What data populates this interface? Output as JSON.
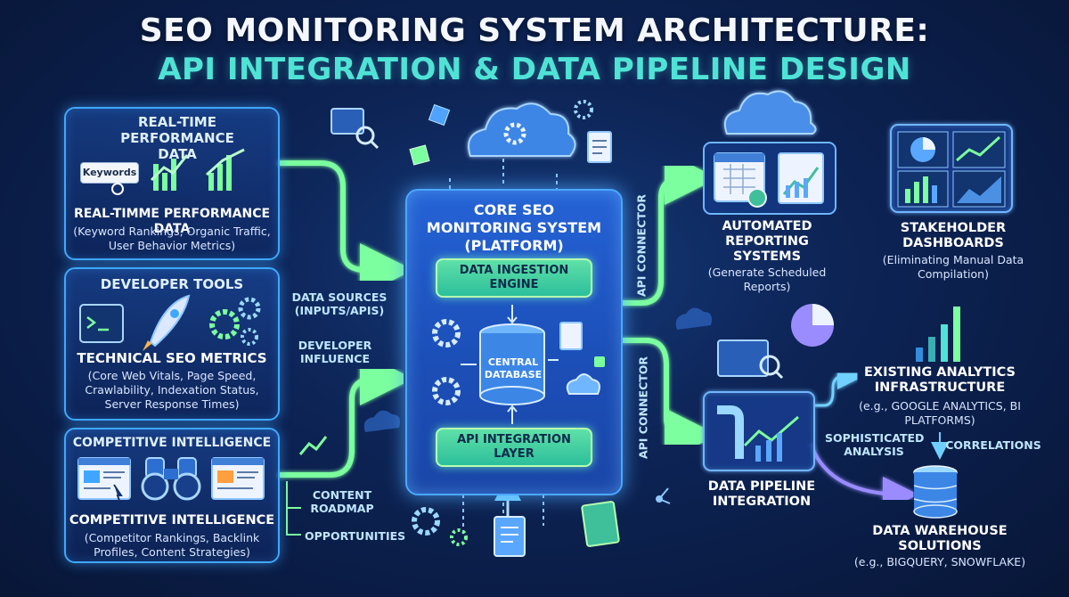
{
  "title": {
    "line1": "SEO MONITORING SYSTEM ARCHITECTURE:",
    "line2": "API INTEGRATION & DATA PIPELINE DESIGN"
  },
  "inputs": {
    "realtime": {
      "title": "REAL-TIME PERFORMANCE DATA",
      "keyword_label": "Keywords",
      "heading": "REAL-TIMME PERFORMANCE DATA",
      "description": "(Keyword Rankings, Organic Traffic, User Behavior Metrics)"
    },
    "devtools": {
      "title": "DEVELOPER TOOLS",
      "heading": "TECHNICAL SEO METRICS",
      "description": "(Core Web Vitals, Page Speed, Crawlability, Indexation Status, Server Response Times)"
    },
    "competitive": {
      "title": "COMPETITIVE INTELLIGENCE",
      "heading": "COMPETITIVE INTELLIGENCE",
      "description": "(Competitor Rankings, Backlink Profiles, Content Strategies)"
    }
  },
  "flow_labels": {
    "data_sources": "DATA SOURCES (INPUTS/APIS)",
    "developer_influence": "DEVELOPER INFLUENCE",
    "content_roadmap": "CONTENT ROADMAP",
    "opportunities": "OPPORTUNITIES",
    "api_connector_top": "API CONNECTOR",
    "api_connector_bottom": "API CONNECTOR",
    "sophisticated_analysis": "SOPHISTICATED ANALYSIS",
    "correlations": "CORRELATIONS"
  },
  "core": {
    "title": "CORE SEO MONITORING SYSTEM (PLATFORM)",
    "ingestion": "DATA INGESTION ENGINE",
    "database": "CENTRAL DATABASE",
    "api_layer": "API INTEGRATION LAYER"
  },
  "outputs": {
    "reporting": {
      "heading": "AUTOMATED REPORTING SYSTEMS",
      "description": "(Generate Scheduled Reports)"
    },
    "dashboards": {
      "heading": "STAKEHOLDER DASHBOARDS",
      "description": "(Eliminating Manual Data Compilation)"
    },
    "pipeline": {
      "heading": "DATA PIPELINE INTEGRATION"
    },
    "analytics": {
      "heading": "EXISTING ANALYTICS INFRASTRUCTURE",
      "description": "(e.g., GOOGLE ANALYTICS, BI PLATFORMS)"
    },
    "warehouse": {
      "heading": "DATA WAREHOUSE SOLUTIONS",
      "description": "(e.g., BIGQUERY, SNOWFLAKE)"
    }
  },
  "colors": {
    "background": "#0d2456",
    "accent_teal": "#4fe3d6",
    "arrow_green": "#7cff9e",
    "panel_border": "#3fa7ff",
    "core_blue": "#2563d6",
    "engine_green": "#2cbf9b"
  },
  "icons": [
    "keywords-search-icon",
    "bar-chart-icon",
    "terminal-icon",
    "rocket-icon",
    "gears-icon",
    "browser-icon",
    "binoculars-icon",
    "cloud-gear-icon",
    "database-icon",
    "calendar-icon",
    "report-icon",
    "pie-chart-icon",
    "pipe-icon",
    "server-stack-icon"
  ]
}
